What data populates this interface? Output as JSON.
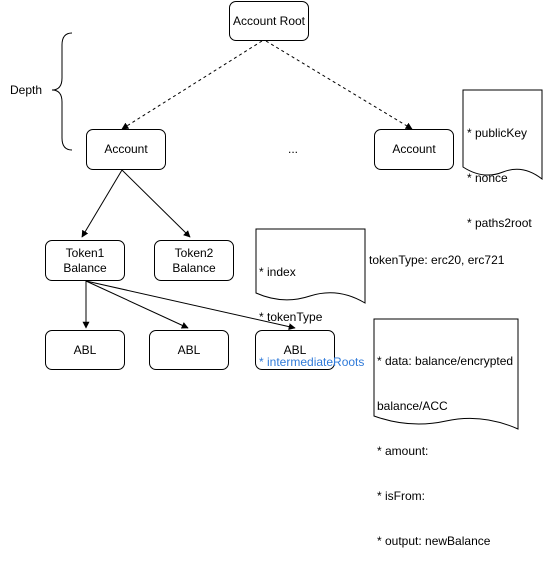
{
  "nodes": {
    "account_root": "Account Root",
    "account_left": "Account",
    "account_right": "Account",
    "token1_balance": "Token1\nBalance",
    "token2_balance": "Token2\nBalance",
    "abl_1": "ABL",
    "abl_2": "ABL",
    "abl_3": "ABL"
  },
  "labels": {
    "depth": "Depth",
    "ellipsis": "...",
    "token_type_values": "tokenType: erc20, erc721"
  },
  "notes": {
    "account": [
      "* publicKey",
      "* nonce",
      "* paths2root"
    ],
    "token": [
      "* index",
      "* tokenType",
      "* intermediateRoots"
    ],
    "abl": [
      "* data: balance/encrypted",
      "balance/ACC",
      "* amount:",
      "* isFrom:",
      "* output: newBalance"
    ]
  },
  "colors": {
    "highlight_text": "#2f7ad9",
    "line": "#000000"
  }
}
